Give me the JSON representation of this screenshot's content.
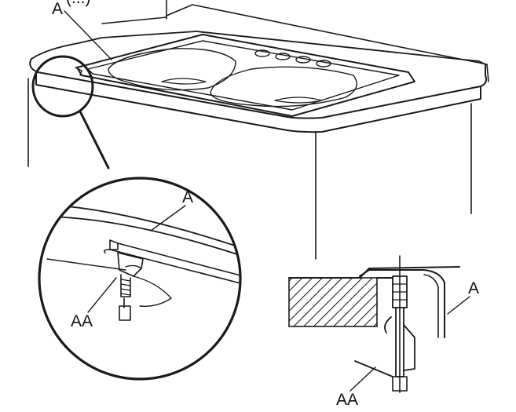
{
  "labels": {
    "top_label": "A",
    "top_label_suffix": "(...)",
    "detail_label_a": "A",
    "detail_label_aa": "AA",
    "section_label_a": "A",
    "section_label_aa": "AA"
  },
  "colors": {
    "line": "#1a1a1a",
    "background": "#ffffff"
  }
}
